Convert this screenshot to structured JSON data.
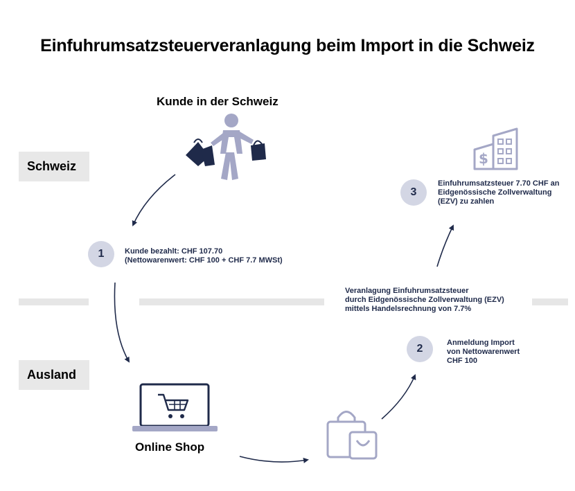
{
  "title": "Einfuhrumsatzsteuerveranlagung beim Import in die Schweiz",
  "regions": {
    "schweiz": "Schweiz",
    "ausland": "Ausland"
  },
  "customer": {
    "label": "Kunde in der Schweiz",
    "icon": "shopping-person-icon"
  },
  "shop": {
    "label": "Online Shop",
    "icon": "laptop-cart-icon"
  },
  "parcel": {
    "icon": "shopping-bags-icon"
  },
  "authority": {
    "icon": "building-dollar-icon"
  },
  "steps": [
    {
      "number": "1",
      "lines": [
        "Kunde bezahlt: CHF 107.70",
        "(Nettowarenwert: CHF 100 + CHF 7.7 MWSt)"
      ]
    },
    {
      "number": "2",
      "lines": [
        "Anmeldung Import",
        "von Nettowarenwert",
        "CHF 100"
      ]
    },
    {
      "number": "3",
      "lines": [
        "Einfuhrumsatzsteuer 7.70 CHF an",
        "Eidgenössische Zollverwaltung",
        "(EZV) zu zahlen"
      ]
    }
  ],
  "assessment": {
    "lines": [
      "Veranlagung Einfuhrumsatzsteuer",
      "durch Eidgenössische Zollverwaltung (EZV)",
      "mittels Handelsrechnung von 7.7%"
    ]
  },
  "colors": {
    "navy": "#1f2a4a",
    "icon_gray": "#a4a7c6",
    "circle": "#d3d6e4",
    "band": "#e6e6e6"
  }
}
